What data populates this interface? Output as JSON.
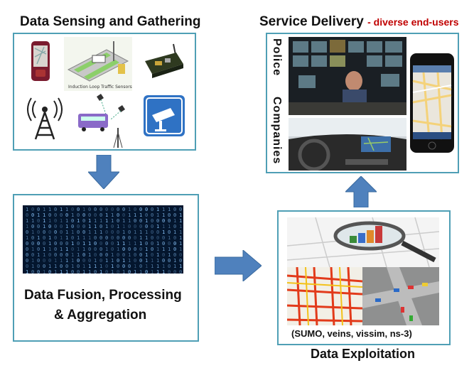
{
  "sensing": {
    "title": "Data Sensing and Gathering"
  },
  "delivery": {
    "title": "Service Delivery",
    "subtitle": "- diverse end-users",
    "labels": [
      "Police",
      "Companies"
    ]
  },
  "fusion": {
    "line1": "Data Fusion, Processing",
    "line2": "& Aggregation"
  },
  "exploitation": {
    "tools": "(SUMO,  veins, vissim, ns-3)",
    "title": "Data  Exploitation"
  },
  "colors": {
    "border": "#4f9fb5",
    "arrow": "#4f81bd",
    "accent": "#c00000"
  },
  "icons": [
    "mobile-phone-icon",
    "traffic-sensor-diagram",
    "sensor-board-icon",
    "radio-tower-icon",
    "bus-network-diagram",
    "camera-sign-icon",
    "binary-data-image",
    "surveillance-room-image",
    "car-dashboard-image",
    "smartphone-map-image",
    "magnifier-chart-image",
    "traffic-simulation-image"
  ]
}
